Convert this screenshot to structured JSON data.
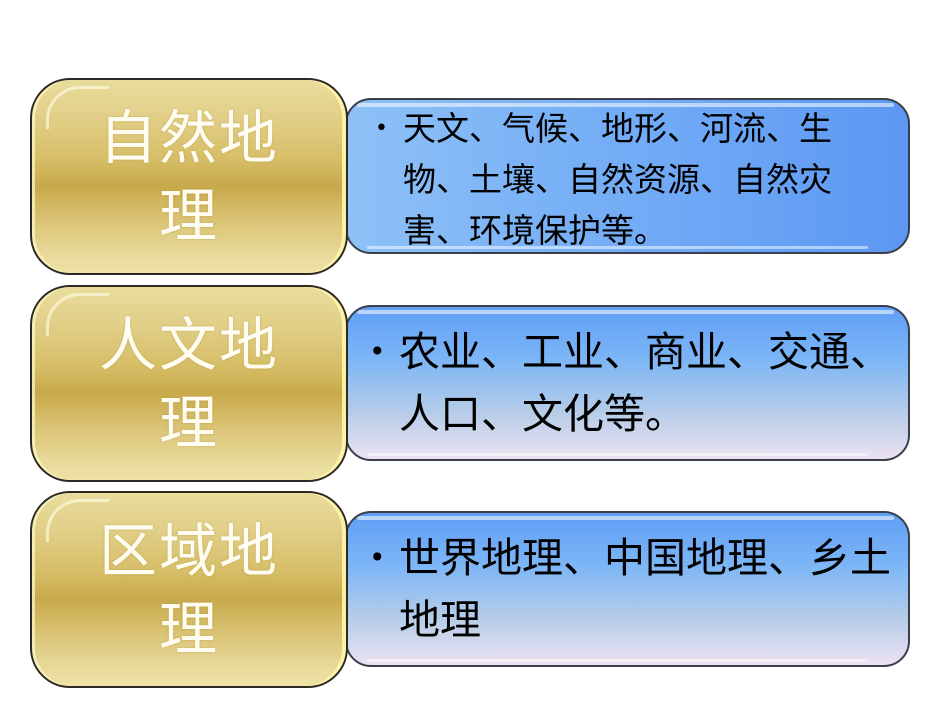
{
  "rows": [
    {
      "category": "自然地理",
      "bullet": "•",
      "detail": "天文、气候、地形、河流、生物、土壤、自然资源、自然灾害、环境保护等。"
    },
    {
      "category": "人文地理",
      "bullet": "•",
      "detail": "农业、工业、商业、交通、人口、文化等。"
    },
    {
      "category": "区域地理",
      "bullet": "•",
      "detail": "世界地理、中国地理、乡土地理"
    }
  ],
  "colors": {
    "gold_box": "#d7bf69",
    "blue_box": "#6aa4f5",
    "category_text": "#fffdf2",
    "detail_text": "#000000",
    "border": "#2c2a22"
  }
}
